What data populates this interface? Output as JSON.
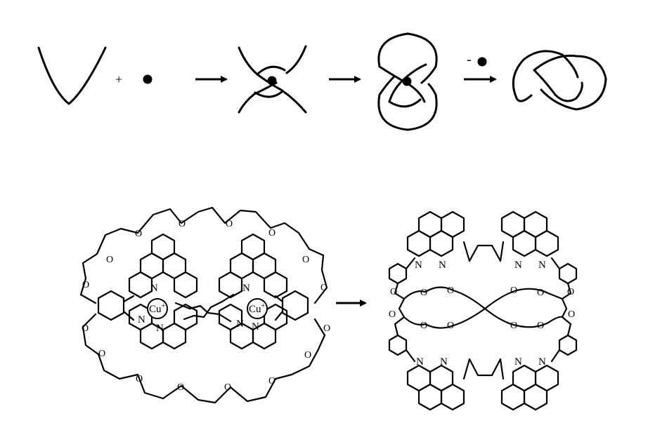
{
  "top_row": {
    "plus": "+",
    "minus": "-",
    "dot_color": "#000000"
  },
  "molecule_left": {
    "o_label": "O",
    "n_label": "N",
    "metal_label": "Cu",
    "metal_charge": "+"
  },
  "molecule_right": {
    "o_label": "O",
    "n_label": "N"
  }
}
